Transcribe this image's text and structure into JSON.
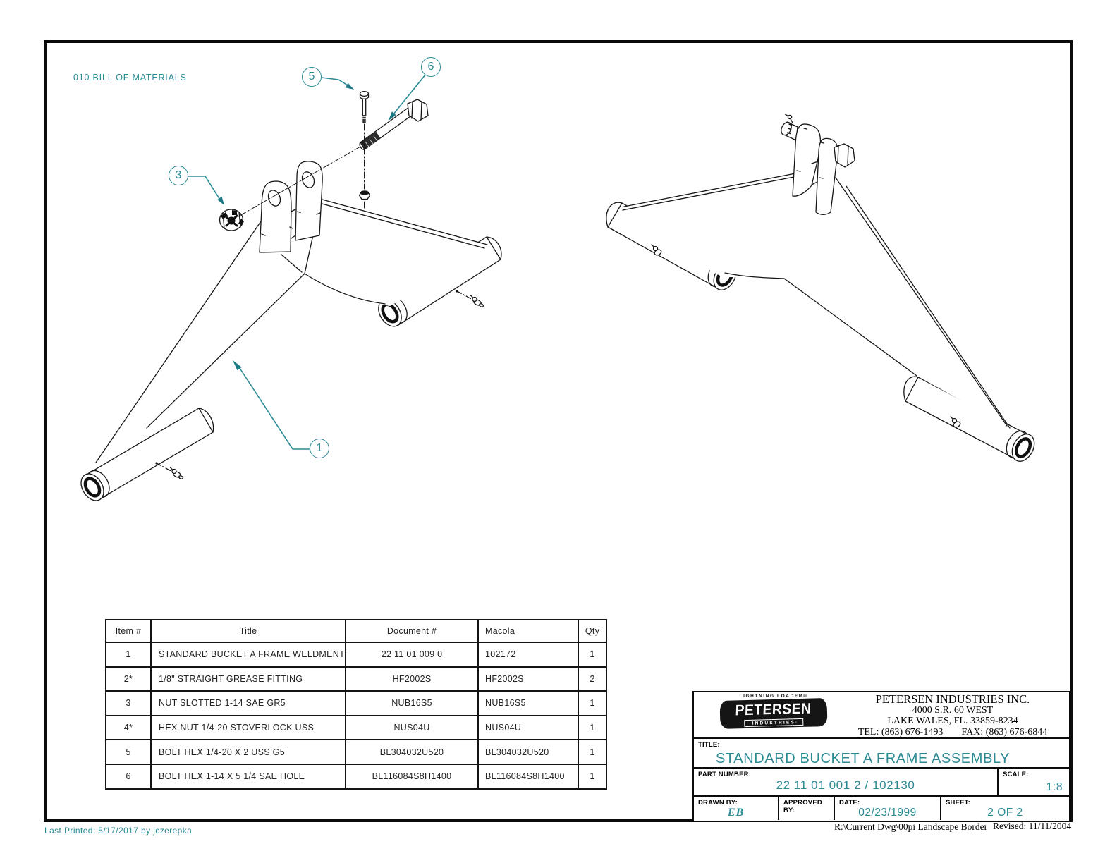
{
  "colors": {
    "accent": "#2a8b94",
    "line": "#161616"
  },
  "drawing": {
    "bom_note": "010 BILL OF MATERIALS",
    "balloons": {
      "b1": "1",
      "b3": "3",
      "b5": "5",
      "b6": "6"
    }
  },
  "bom_table": {
    "headers": {
      "item": "Item #",
      "title": "Title",
      "document": "Document #",
      "macola": "Macola",
      "qty": "Qty"
    },
    "rows": [
      {
        "item": "1",
        "title": "STANDARD BUCKET A FRAME WELDMENT",
        "document": "22 11 01 009 0",
        "macola": "102172",
        "qty": "1"
      },
      {
        "item": "2*",
        "title": "1/8\" STRAIGHT GREASE FITTING",
        "document": "HF2002S",
        "macola": "HF2002S",
        "qty": "2"
      },
      {
        "item": "3",
        "title": "NUT SLOTTED 1-14 SAE GR5",
        "document": "NUB16S5",
        "macola": "NUB16S5",
        "qty": "1"
      },
      {
        "item": "4*",
        "title": "HEX NUT 1/4-20 STOVERLOCK USS",
        "document": "NUS04U",
        "macola": "NUS04U",
        "qty": "1"
      },
      {
        "item": "5",
        "title": "BOLT HEX 1/4-20 X 2 USS G5",
        "document": "BL304032U520",
        "macola": "BL304032U520",
        "qty": "1"
      },
      {
        "item": "6",
        "title": "BOLT HEX 1-14 X 5 1/4 SAE HOLE",
        "document": "BL116084S8H1400",
        "macola": "BL116084S8H1400",
        "qty": "1"
      }
    ]
  },
  "title_block": {
    "logo": {
      "tagline": "LIGHTNING LOADER®",
      "name": "PETERSEN",
      "sub": "·INDUSTRIES·"
    },
    "company": {
      "name": "PETERSEN INDUSTRIES INC.",
      "address1": "4000 S.R. 60 WEST",
      "address2": "LAKE WALES, FL. 33859-8234",
      "tel": "TEL: (863) 676-1493",
      "fax": "FAX: (863) 676-6844"
    },
    "title_label": "TITLE:",
    "title": "STANDARD BUCKET A FRAME ASSEMBLY",
    "part_number_label": "PART NUMBER:",
    "part_number": "22 11 01 001 2 / 102130",
    "scale_label": "SCALE:",
    "scale": "1:8",
    "drawn_by_label": "DRAWN BY:",
    "drawn_by": "EB",
    "approved_by_label": "APPROVED BY:",
    "approved_by": "",
    "date_label": "DATE:",
    "date": "02/23/1999",
    "sheet_label": "SHEET:",
    "sheet": "2 OF 2"
  },
  "footer": {
    "last_printed": "Last Printed: 5/17/2017 by jczerepka",
    "border_path": "R:\\Current Dwg\\00pi Landscape Border",
    "revised": "Revised: 11/11/2004"
  }
}
